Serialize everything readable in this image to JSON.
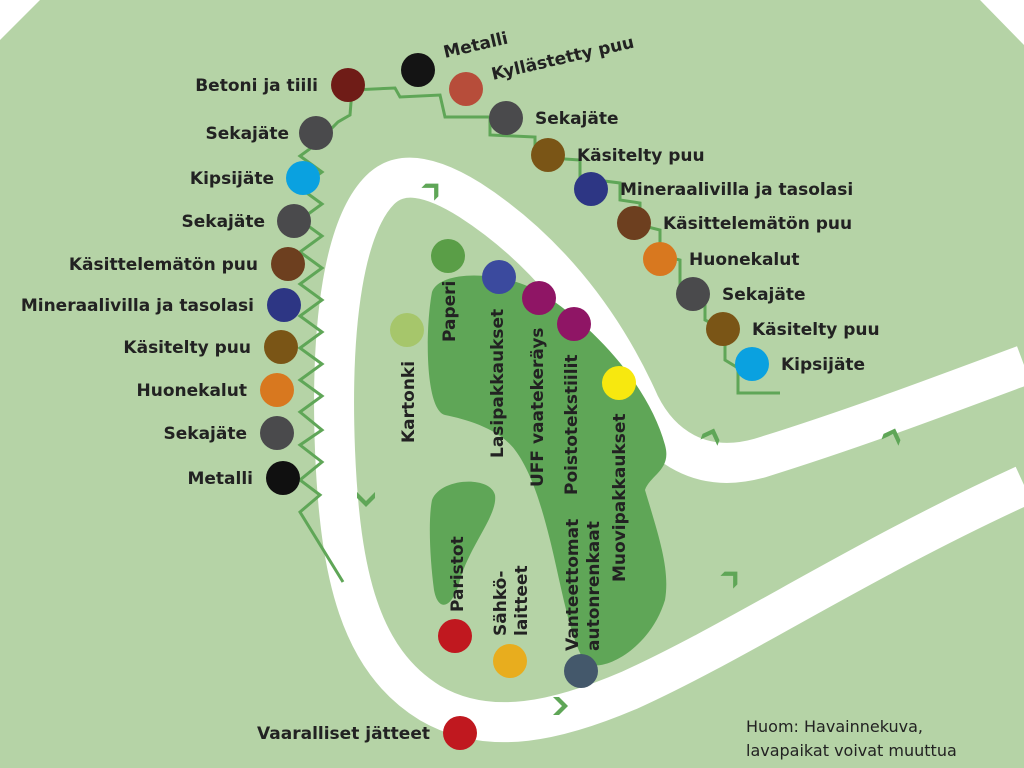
{
  "colors": {
    "background_green": "#b5d3a6",
    "dark_green": "#5fa657",
    "road": "#ffffff",
    "path_line": "#5fa657",
    "arrow": "#5fa657"
  },
  "left_stations": [
    {
      "label": "Betoni ja tiili",
      "color": "#6f1c17"
    },
    {
      "label": "Sekajäte",
      "color": "#4a4a4c"
    },
    {
      "label": "Kipsijäte",
      "color": "#0aa1e0"
    },
    {
      "label": "Sekajäte",
      "color": "#4a4a4c"
    },
    {
      "label": "Käsittelemätön puu",
      "color": "#6d3f1f"
    },
    {
      "label": "Mineraalivilla ja tasolasi",
      "color": "#2d3684"
    },
    {
      "label": "Käsitelty puu",
      "color": "#7a5516"
    },
    {
      "label": "Huonekalut",
      "color": "#d8781f"
    },
    {
      "label": "Sekajäte",
      "color": "#4a4a4c"
    },
    {
      "label": "Metalli",
      "color": "#101010"
    }
  ],
  "top_stations": [
    {
      "label": "Metalli",
      "color": "#141414"
    },
    {
      "label": "Kyllästetty puu",
      "color": "#b74d3a"
    }
  ],
  "right_stations": [
    {
      "label": "Sekajäte",
      "color": "#4a4a4c"
    },
    {
      "label": "Käsitelty puu",
      "color": "#7a5516"
    },
    {
      "label": "Mineraalivilla ja tasolasi",
      "color": "#2d3684"
    },
    {
      "label": "Käsittelemätön puu",
      "color": "#6d3f1f"
    },
    {
      "label": "Huonekalut",
      "color": "#d8781f"
    },
    {
      "label": "Sekajäte",
      "color": "#4a4a4c"
    },
    {
      "label": "Käsitelty puu",
      "color": "#7a5516"
    },
    {
      "label": "Kipsijäte",
      "color": "#0aa1e0"
    }
  ],
  "inner_stations": [
    {
      "label": "Kartonki",
      "color": "#a6c66b"
    },
    {
      "label": "Paperi",
      "color": "#5a9e47"
    },
    {
      "label": "Lasipakkaukset",
      "color": "#3b4a9e"
    },
    {
      "label": "UFF vaatekeräys",
      "color": "#8f1565"
    },
    {
      "label": "Poistotekstiilit",
      "color": "#8f1565"
    },
    {
      "label": "Muovipakkaukset",
      "color": "#f7e80f"
    },
    {
      "label": "Paristot",
      "color": "#c0181f"
    },
    {
      "label": "Sähkö-",
      "label2": "laitteet",
      "color": "#e8ad1e"
    },
    {
      "label": "Vanteettomat",
      "label2": "autonrenkaat",
      "color": "#44586b"
    }
  ],
  "hazardous": {
    "label": "Vaaralliset jätteet",
    "color": "#c0181f"
  },
  "note": {
    "line1": "Huom: Havainnekuva,",
    "line2": "lavapaikat voivat muuttua"
  }
}
